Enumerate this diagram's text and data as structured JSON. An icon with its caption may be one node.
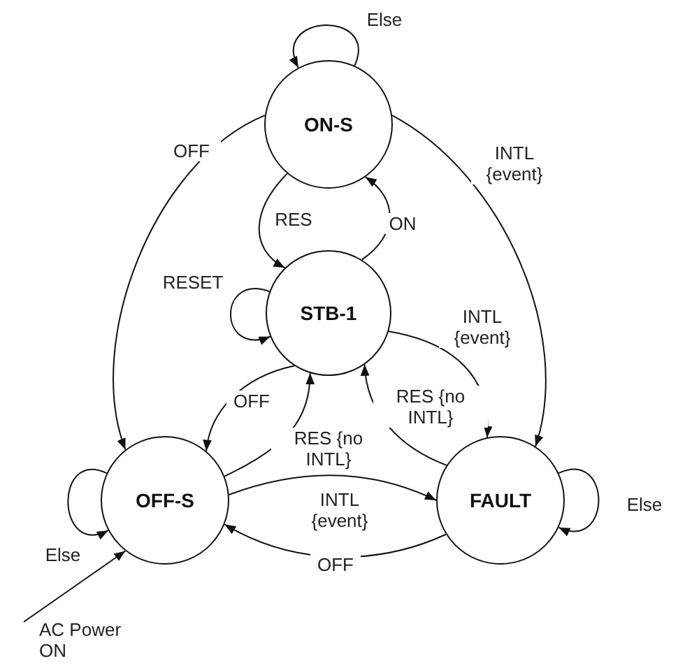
{
  "diagram": {
    "nodes": [
      {
        "text": [
          "ON-S"
        ]
      },
      {
        "text": [
          "STB-1"
        ]
      },
      {
        "text": [
          "OFF-S"
        ]
      },
      {
        "text": [
          "FAULT"
        ]
      }
    ],
    "edges": [
      {
        "from": 0,
        "to": 0,
        "arrow": "to",
        "label": "Else"
      },
      {
        "from": 0,
        "to": 2,
        "arrow": "to",
        "label": "OFF"
      },
      {
        "from": 0,
        "to": 3,
        "arrow": "to",
        "label": "INTL {event}"
      },
      {
        "from": 0,
        "to": 1,
        "arrow": "to",
        "label": "RES"
      },
      {
        "from": 1,
        "to": 0,
        "arrow": "to",
        "label": "ON"
      },
      {
        "from": 1,
        "to": 1,
        "arrow": "to",
        "label": "RESET"
      },
      {
        "from": 1,
        "to": 3,
        "arrow": "to",
        "label": "INTL {event}"
      },
      {
        "from": 1,
        "to": 2,
        "arrow": "to",
        "label": "OFF"
      },
      {
        "from": 2,
        "to": 1,
        "arrow": "to",
        "label": "RES {no INTL}"
      },
      {
        "from": 3,
        "to": 1,
        "arrow": "to",
        "label": "RES {no INTL}"
      },
      {
        "from": 2,
        "to": 3,
        "arrow": "to",
        "label": "INTL {event}"
      },
      {
        "from": 3,
        "to": 2,
        "arrow": "to",
        "label": "OFF"
      },
      {
        "from": 2,
        "to": 2,
        "arrow": "to",
        "label": "Else"
      },
      {
        "from": 3,
        "to": 3,
        "arrow": "to",
        "label": "Else"
      },
      {
        "from": null,
        "to": 2,
        "arrow": "to",
        "label": "AC Power ON"
      }
    ]
  }
}
